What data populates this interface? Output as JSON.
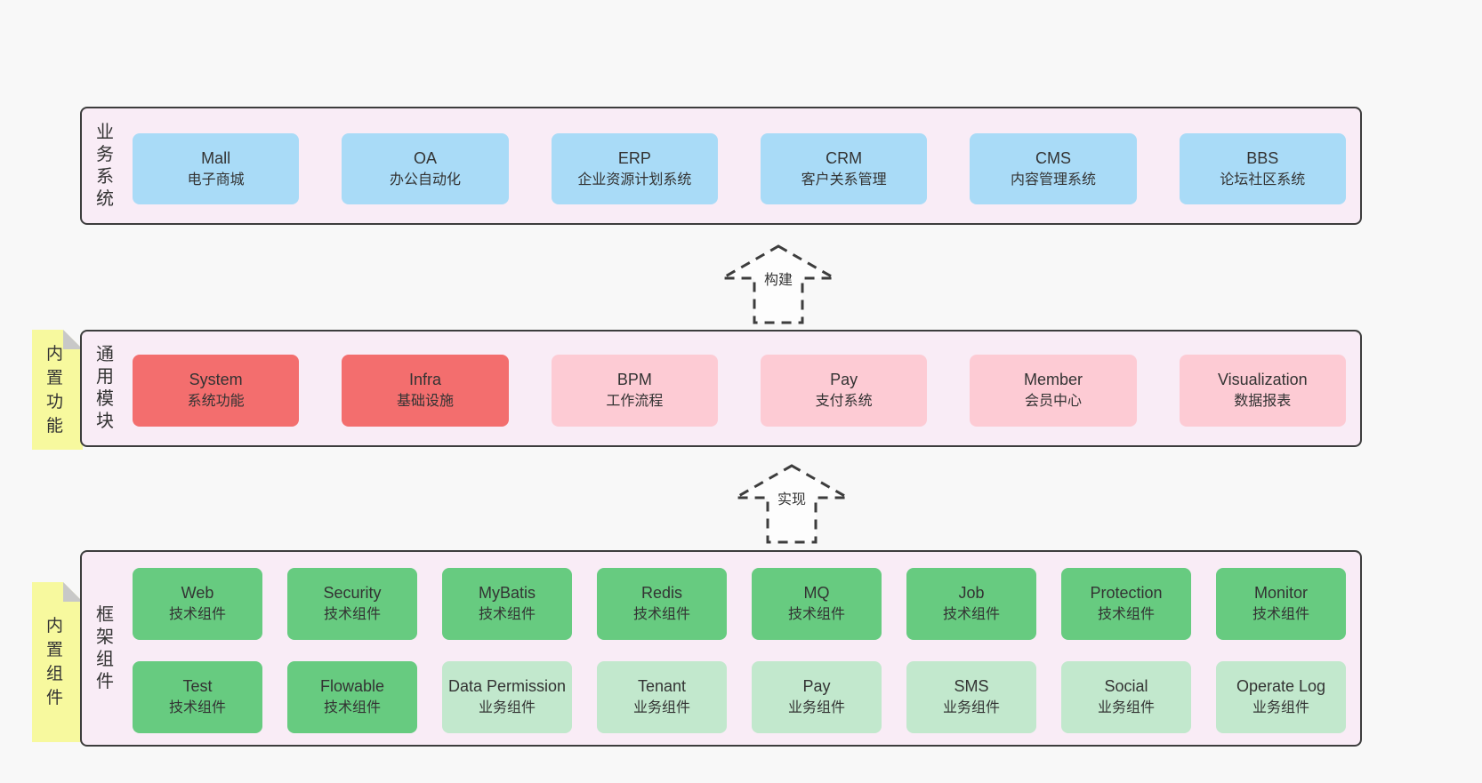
{
  "colors": {
    "page_bg": "#f8f8f8",
    "panel_bg": "#f9ecf6",
    "panel_border": "#3d3d3d",
    "blue": "#a9dbf7",
    "red": "#f36e6e",
    "pink": "#fdcbd4",
    "green": "#67cb80",
    "light_green": "#c2e8cd",
    "sticky_yellow": "#f7f99e",
    "text": "#333333"
  },
  "stickies": [
    {
      "label": "内置功能"
    },
    {
      "label": "内置组件"
    }
  ],
  "arrows": [
    {
      "label": "构建"
    },
    {
      "label": "实现"
    }
  ],
  "sections": [
    {
      "label": "业务系统",
      "boxes": [
        {
          "name": "Mall",
          "desc": "电子商城",
          "type": "blue"
        },
        {
          "name": "OA",
          "desc": "办公自动化",
          "type": "blue"
        },
        {
          "name": "ERP",
          "desc": "企业资源计划系统",
          "type": "blue"
        },
        {
          "name": "CRM",
          "desc": "客户关系管理",
          "type": "blue"
        },
        {
          "name": "CMS",
          "desc": "内容管理系统",
          "type": "blue"
        },
        {
          "name": "BBS",
          "desc": "论坛社区系统",
          "type": "blue"
        }
      ]
    },
    {
      "label": "通用模块",
      "boxes": [
        {
          "name": "System",
          "desc": "系统功能",
          "type": "red"
        },
        {
          "name": "Infra",
          "desc": "基础设施",
          "type": "red"
        },
        {
          "name": "BPM",
          "desc": "工作流程",
          "type": "pink"
        },
        {
          "name": "Pay",
          "desc": "支付系统",
          "type": "pink"
        },
        {
          "name": "Member",
          "desc": "会员中心",
          "type": "pink"
        },
        {
          "name": "Visualization",
          "desc": "数据报表",
          "type": "pink"
        }
      ]
    },
    {
      "label": "框架组件",
      "rows": [
        [
          {
            "name": "Web",
            "desc": "技术组件",
            "type": "green"
          },
          {
            "name": "Security",
            "desc": "技术组件",
            "type": "green"
          },
          {
            "name": "MyBatis",
            "desc": "技术组件",
            "type": "green"
          },
          {
            "name": "Redis",
            "desc": "技术组件",
            "type": "green"
          },
          {
            "name": "MQ",
            "desc": "技术组件",
            "type": "green"
          },
          {
            "name": "Job",
            "desc": "技术组件",
            "type": "green"
          },
          {
            "name": "Protection",
            "desc": "技术组件",
            "type": "green"
          },
          {
            "name": "Monitor",
            "desc": "技术组件",
            "type": "green"
          }
        ],
        [
          {
            "name": "Test",
            "desc": "技术组件",
            "type": "green"
          },
          {
            "name": "Flowable",
            "desc": "技术组件",
            "type": "green"
          },
          {
            "name": "Data Permission",
            "desc": "业务组件",
            "type": "light_green"
          },
          {
            "name": "Tenant",
            "desc": "业务组件",
            "type": "light_green"
          },
          {
            "name": "Pay",
            "desc": "业务组件",
            "type": "light_green"
          },
          {
            "name": "SMS",
            "desc": "业务组件",
            "type": "light_green"
          },
          {
            "name": "Social",
            "desc": "业务组件",
            "type": "light_green"
          },
          {
            "name": "Operate Log",
            "desc": "业务组件",
            "type": "light_green"
          }
        ]
      ]
    }
  ]
}
